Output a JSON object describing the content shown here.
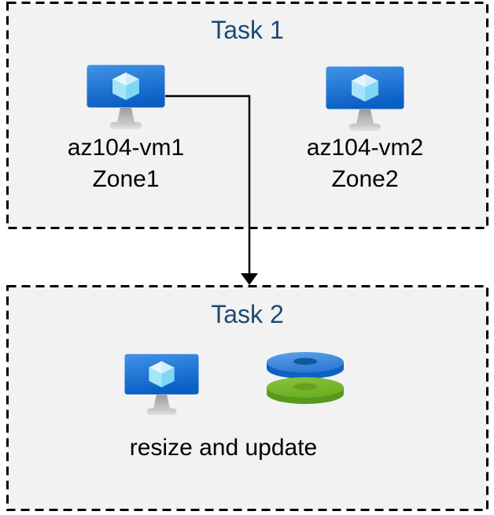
{
  "diagram": {
    "type": "azure-task-diagram",
    "task1": {
      "title": "Task 1",
      "vms": [
        {
          "name": "az104-vm1",
          "zone": "Zone1",
          "icon": "azure-virtual-machine-icon"
        },
        {
          "name": "az104-vm2",
          "zone": "Zone2",
          "icon": "azure-virtual-machine-icon"
        }
      ]
    },
    "task2": {
      "title": "Task 2",
      "label": "resize and update",
      "icons": [
        "azure-virtual-machine-icon",
        "azure-disks-icon"
      ]
    },
    "arrow": {
      "from": "az104-vm1",
      "to": "Task 2",
      "style": "elbow-right-then-down"
    },
    "colors": {
      "box_fill": "#f2f2f2",
      "box_border": "#000000",
      "title_text": "#1b4a74",
      "label_text": "#000000",
      "arrow": "#000000",
      "vm_screen_top": "#4292e8",
      "vm_screen_bottom": "#0a5fc4",
      "vm_cube_light": "#e8f7fd",
      "vm_cube_mid": "#a6e5f9",
      "vm_cube_dark": "#7ed8f5",
      "disk_blue_top": "#4a94e2",
      "disk_blue_side": "#0e62c4",
      "disk_blue_hole": "#10589e",
      "disk_green_top": "#76b733",
      "disk_green_side": "#57991a",
      "disk_green_hole": "#699f24"
    }
  }
}
